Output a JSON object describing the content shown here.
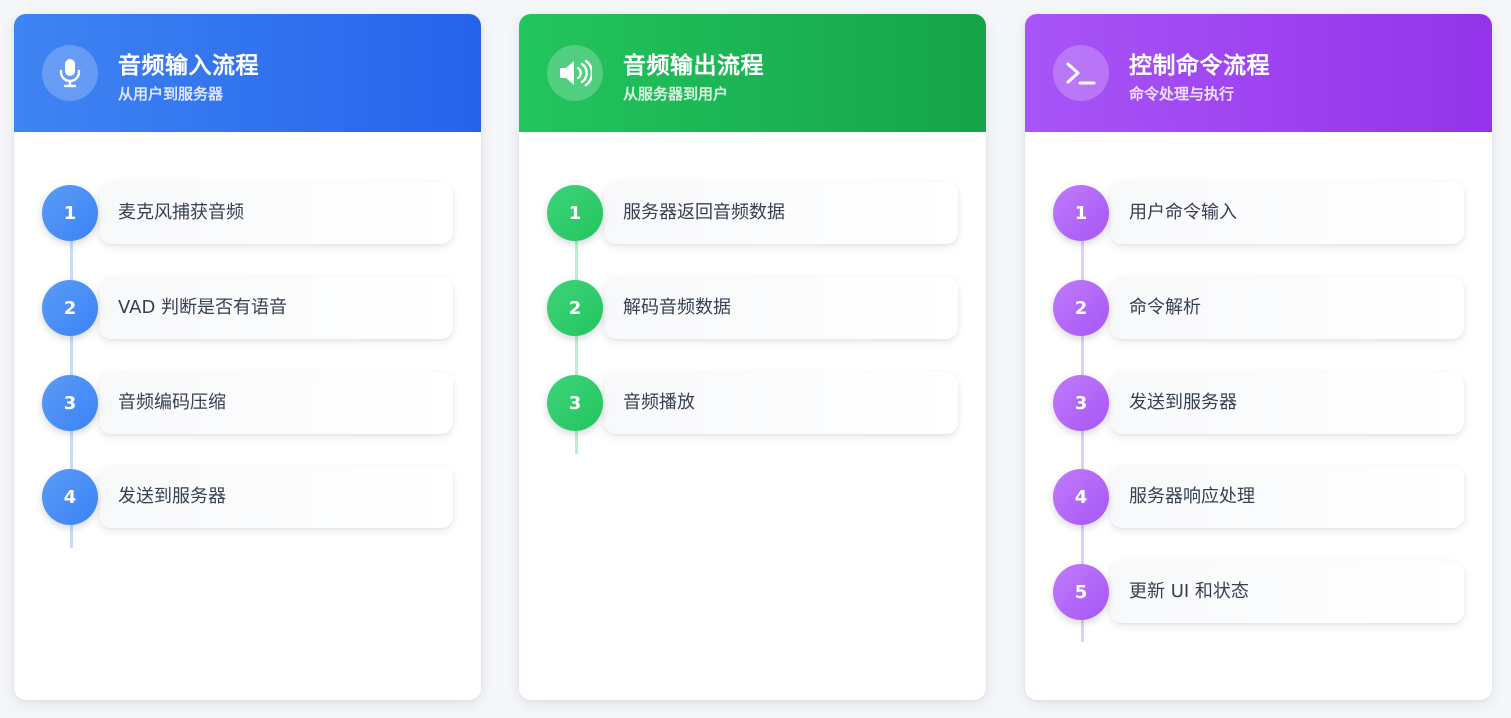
{
  "colors": {
    "blue": "#2563eb",
    "green": "#16a34a",
    "purple": "#9333ea"
  },
  "cards": [
    {
      "title": "音频输入流程",
      "subtitle": "从用户到服务器",
      "icon": "microphone-icon",
      "steps": [
        {
          "num": "1",
          "label": "麦克风捕获音频"
        },
        {
          "num": "2",
          "label": "VAD 判断是否有语音"
        },
        {
          "num": "3",
          "label": "音频编码压缩"
        },
        {
          "num": "4",
          "label": "发送到服务器"
        }
      ]
    },
    {
      "title": "音频输出流程",
      "subtitle": "从服务器到用户",
      "icon": "speaker-icon",
      "steps": [
        {
          "num": "1",
          "label": "服务器返回音频数据"
        },
        {
          "num": "2",
          "label": "解码音频数据"
        },
        {
          "num": "3",
          "label": "音频播放"
        }
      ]
    },
    {
      "title": "控制命令流程",
      "subtitle": "命令处理与执行",
      "icon": "terminal-icon",
      "steps": [
        {
          "num": "1",
          "label": "用户命令输入"
        },
        {
          "num": "2",
          "label": "命令解析"
        },
        {
          "num": "3",
          "label": "发送到服务器"
        },
        {
          "num": "4",
          "label": "服务器响应处理"
        },
        {
          "num": "5",
          "label": "更新 UI 和状态"
        }
      ]
    }
  ]
}
